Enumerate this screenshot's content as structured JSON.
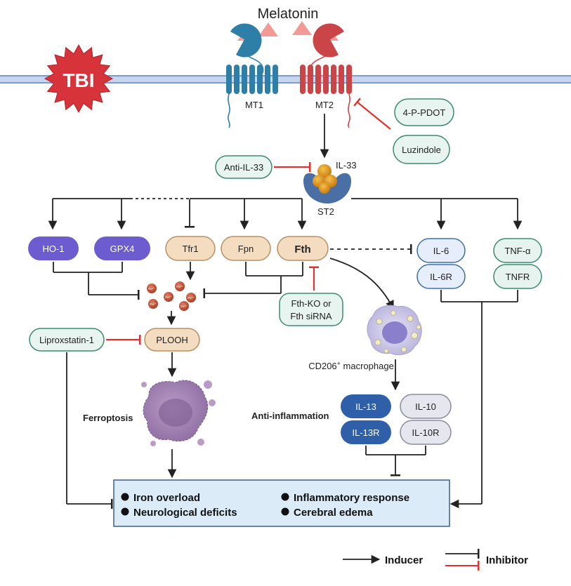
{
  "title": "Melatonin",
  "trigger": "TBI",
  "receptors": {
    "mt1": "MT1",
    "mt2": "MT2"
  },
  "antagonists": {
    "pdot": "4-P-PDOT",
    "luzindole": "Luzindole"
  },
  "il33": {
    "blocker": "Anti-IL-33",
    "ligand": "IL-33",
    "receptor": "ST2"
  },
  "iron_proteins": {
    "ho1": "HO-1",
    "gpx4": "GPX4",
    "tfr1": "Tfr1",
    "fpn": "Fpn",
    "fth": "Fth"
  },
  "cytokines": {
    "il6": "IL-6",
    "il6r": "IL-6R",
    "tnfa": "TNF-α",
    "tnfr": "TNFR",
    "il13": "IL-13",
    "il13r": "IL-13R",
    "il10": "IL-10",
    "il10r": "IL-10R"
  },
  "fth_knockdown": {
    "line1": "Fth-KO or",
    "line2": "Fth siRNA"
  },
  "ferroptosis": {
    "inhibitor": "Liproxstatin-1",
    "plooh": "PLOOH",
    "label": "Ferroptosis"
  },
  "ferric_ion": "Fe³⁺",
  "macrophage": {
    "label_pre": "CD206",
    "label_sup": "+",
    "label_post": " macrophage"
  },
  "anti_inflammation": "Anti-inflammation",
  "outcomes": [
    "Iron overload",
    "Neurological deficits",
    "Inflammatory response",
    "Cerebral edema"
  ],
  "legend": {
    "inducer": "Inducer",
    "inhibitor": "Inhibitor"
  },
  "colors": {
    "membrane": "#9db8e0",
    "mt1": "#2e7fa8",
    "mt2": "#c94548",
    "ligand": "#f29b96",
    "purple": "#6d5bd0",
    "tan": "#f4dcc0",
    "tan_border": "#b98f63",
    "il6_fill": "#e5eefa",
    "tnf_fill": "#e6f3ee",
    "green_fill": "#e8f4ef",
    "green_border": "#3d8a6e",
    "il13": "#2f5fa8",
    "il10": "#e6e6ee",
    "iron": "#c2553b",
    "gold": "#e39a1f",
    "st2": "#4a6fa5",
    "ferroptosis": "#9d80ad",
    "outcome_fill": "#dcebf8",
    "outcome_border": "#3c5f8a",
    "red": "#e03131",
    "black": "#222222"
  }
}
